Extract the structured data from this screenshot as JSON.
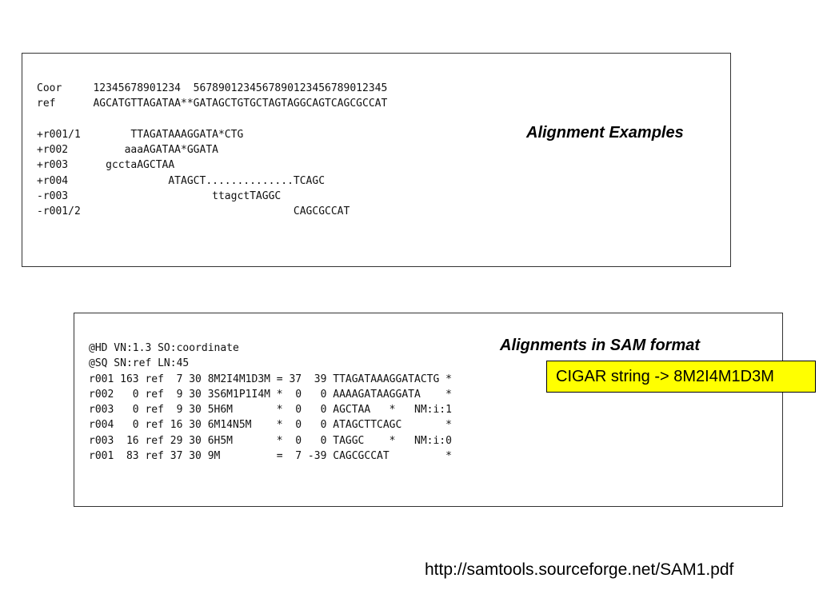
{
  "alignment_examples": {
    "caption": "Alignment Examples",
    "lines": [
      "Coor     12345678901234  5678901234567890123456789012345",
      "ref      AGCATGTTAGATAA**GATAGCTGTGCTAGTAGGCAGTCAGCGCCAT",
      "",
      "+r001/1        TTAGATAAAGGATA*CTG",
      "+r002         aaaAGATAA*GGATA",
      "+r003      gcctaAGCTAA",
      "+r004                ATAGCT..............TCAGC",
      "-r003                       ttagctTAGGC",
      "-r001/2                                  CAGCGCCAT"
    ]
  },
  "sam_format": {
    "caption": "Alignments in SAM format",
    "lines": [
      "@HD VN:1.3 SO:coordinate",
      "@SQ SN:ref LN:45",
      "r001 163 ref  7 30 8M2I4M1D3M = 37  39 TTAGATAAAGGATACTG *",
      "r002   0 ref  9 30 3S6M1P1I4M *  0   0 AAAAGATAAGGATA    *",
      "r003   0 ref  9 30 5H6M       *  0   0 AGCTAA   *   NM:i:1",
      "r004   0 ref 16 30 6M14N5M    *  0   0 ATAGCTTCAGC       *",
      "r003  16 ref 29 30 6H5M       *  0   0 TAGGC    *   NM:i:0",
      "r001  83 ref 37 30 9M         =  7 -39 CAGCGCCAT         *"
    ]
  },
  "cigar_note": "CIGAR string -> 8M2I4M1D3M",
  "source_url": "http://samtools.sourceforge.net/SAM1.pdf",
  "colors": {
    "highlight": "#ffff00",
    "border": "#333333",
    "text": "#000000"
  }
}
